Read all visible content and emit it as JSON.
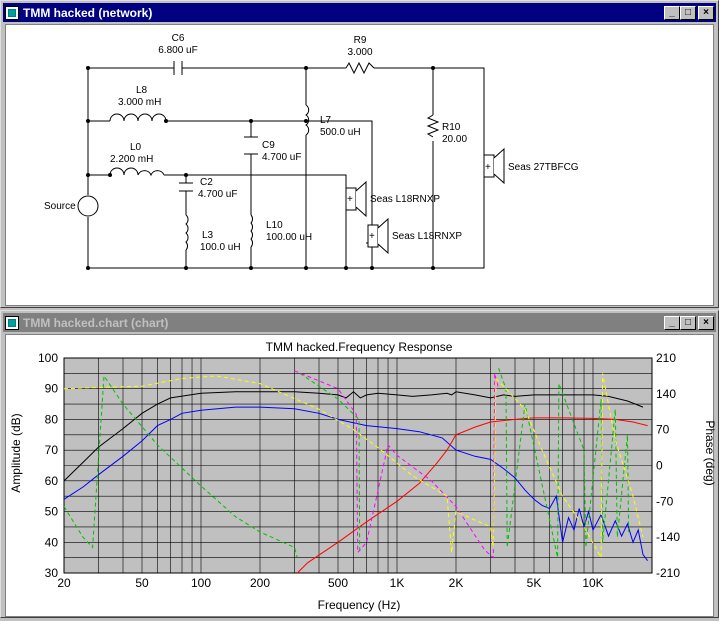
{
  "network_window": {
    "title": "TMM hacked (network)",
    "buttons": {
      "minimize": "_",
      "maximize": "□",
      "close": "×"
    },
    "components": {
      "c6": {
        "name": "C6",
        "value": "6.800 uF"
      },
      "r9": {
        "name": "R9",
        "value": "3.000"
      },
      "l8": {
        "name": "L8",
        "value": "3.000 mH"
      },
      "l7": {
        "name": "L7",
        "value": "500.0 uH"
      },
      "c9": {
        "name": "C9",
        "value": "4.700 uF"
      },
      "l0": {
        "name": "L0",
        "value": "2.200 mH"
      },
      "c2": {
        "name": "C2",
        "value": "4.700 uF"
      },
      "l3": {
        "name": "L3",
        "value": "100.0 uH"
      },
      "l10": {
        "name": "L10",
        "value": "100.00 uH"
      },
      "r10": {
        "name": "R10",
        "value": "20.00"
      }
    },
    "source_label": "Source",
    "speakers": {
      "tweeter": "Seas 27TBFCG",
      "woofer1": "Seas L18RNXP",
      "woofer2": "Seas L18RNXP",
      "plus": "+"
    }
  },
  "chart_window": {
    "title": "TMM hacked.chart (chart)",
    "buttons": {
      "minimize": "_",
      "maximize": "□",
      "close": "×"
    }
  },
  "chart_data": {
    "type": "line",
    "title": "TMM hacked.Frequency Response",
    "xlabel": "Frequency (Hz)",
    "ylabel": "Amplitude (dB)",
    "y2label": "Phase (deg)",
    "xscale": "log",
    "xlim": [
      20,
      20000
    ],
    "ylim": [
      30,
      100
    ],
    "y2lim": [
      -210,
      210
    ],
    "xticks": [
      {
        "v": 20,
        "t": "20"
      },
      {
        "v": 50,
        "t": "50"
      },
      {
        "v": 100,
        "t": "100"
      },
      {
        "v": 200,
        "t": "200"
      },
      {
        "v": 500,
        "t": "500"
      },
      {
        "v": 1000,
        "t": "1K"
      },
      {
        "v": 2000,
        "t": "2K"
      },
      {
        "v": 5000,
        "t": "5K"
      },
      {
        "v": 10000,
        "t": "10K"
      }
    ],
    "yticks": [
      30,
      40,
      50,
      60,
      70,
      80,
      90,
      100
    ],
    "y2ticks": [
      {
        "v": 210,
        "t": "210"
      },
      {
        "v": 140,
        "t": "140"
      },
      {
        "v": 70,
        "t": "70"
      },
      {
        "v": 0,
        "t": "0"
      },
      {
        "v": -70,
        "t": "-70"
      },
      {
        "v": -140,
        "t": "-140"
      },
      {
        "v": -210,
        "t": "-210"
      }
    ],
    "grid": true,
    "background": "#c0c0c0",
    "series": [
      {
        "color": "#000000",
        "axis": "left",
        "style": "solid",
        "points": [
          [
            20,
            60
          ],
          [
            25,
            66
          ],
          [
            30,
            71
          ],
          [
            40,
            77
          ],
          [
            50,
            82
          ],
          [
            60,
            85
          ],
          [
            70,
            87
          ],
          [
            100,
            88.5
          ],
          [
            150,
            89
          ],
          [
            200,
            89
          ],
          [
            300,
            89
          ],
          [
            400,
            88.5
          ],
          [
            500,
            88
          ],
          [
            550,
            87
          ],
          [
            600,
            89
          ],
          [
            650,
            87
          ],
          [
            700,
            88
          ],
          [
            800,
            88.5
          ],
          [
            1000,
            88
          ],
          [
            1200,
            87.5
          ],
          [
            1500,
            88
          ],
          [
            1800,
            88.5
          ],
          [
            1900,
            88
          ],
          [
            2000,
            89
          ],
          [
            2500,
            88
          ],
          [
            3000,
            87
          ],
          [
            3500,
            88
          ],
          [
            4000,
            87.5
          ],
          [
            5000,
            88
          ],
          [
            7000,
            88
          ],
          [
            10000,
            88
          ],
          [
            12000,
            87.5
          ],
          [
            15000,
            86
          ],
          [
            18000,
            84
          ]
        ]
      },
      {
        "color": "#0000ff",
        "axis": "left",
        "style": "solid",
        "points": [
          [
            20,
            54
          ],
          [
            25,
            58
          ],
          [
            30,
            62
          ],
          [
            40,
            68
          ],
          [
            50,
            73
          ],
          [
            60,
            78
          ],
          [
            70,
            80
          ],
          [
            80,
            82
          ],
          [
            100,
            83
          ],
          [
            150,
            84
          ],
          [
            200,
            84
          ],
          [
            300,
            83.5
          ],
          [
            400,
            82
          ],
          [
            500,
            80
          ],
          [
            700,
            78
          ],
          [
            1000,
            77
          ],
          [
            1300,
            76
          ],
          [
            1700,
            74
          ],
          [
            2000,
            70
          ],
          [
            2500,
            68
          ],
          [
            3000,
            67
          ],
          [
            3500,
            64
          ],
          [
            4000,
            61
          ],
          [
            4500,
            57
          ],
          [
            5000,
            54
          ],
          [
            5500,
            52
          ],
          [
            6000,
            51
          ],
          [
            6500,
            55
          ],
          [
            7000,
            40
          ],
          [
            7500,
            48
          ],
          [
            8000,
            44
          ],
          [
            8500,
            51
          ],
          [
            9000,
            45
          ],
          [
            9500,
            50
          ],
          [
            10000,
            44
          ],
          [
            11000,
            49
          ],
          [
            12000,
            42
          ],
          [
            13000,
            47
          ],
          [
            14000,
            42
          ],
          [
            15000,
            46
          ],
          [
            16000,
            40
          ],
          [
            17000,
            44
          ],
          [
            18000,
            36
          ],
          [
            19000,
            34
          ]
        ]
      },
      {
        "color": "#ff0000",
        "axis": "right",
        "style": "solid",
        "points": [
          [
            310,
            -210
          ],
          [
            350,
            -190
          ],
          [
            400,
            -175
          ],
          [
            500,
            -150
          ],
          [
            700,
            -110
          ],
          [
            1000,
            -70
          ],
          [
            1300,
            -35
          ],
          [
            1600,
            5
          ],
          [
            1800,
            30
          ],
          [
            2000,
            60
          ],
          [
            2500,
            75
          ],
          [
            3000,
            85
          ],
          [
            4000,
            90
          ],
          [
            5000,
            93
          ],
          [
            7000,
            93
          ],
          [
            10000,
            92
          ],
          [
            13000,
            90
          ],
          [
            16000,
            85
          ],
          [
            19000,
            78
          ]
        ]
      },
      {
        "color": "#00c000",
        "axis": "right",
        "style": "dashed",
        "points": [
          [
            20,
            -80
          ],
          [
            25,
            -140
          ],
          [
            28,
            -160
          ],
          [
            32,
            175
          ],
          [
            40,
            120
          ],
          [
            60,
            40
          ],
          [
            100,
            -40
          ],
          [
            150,
            -100
          ],
          [
            200,
            -130
          ],
          [
            300,
            -160
          ],
          [
            310,
            -180
          ]
        ]
      },
      {
        "color": "#00c000",
        "axis": "right",
        "style": "dashed",
        "points": [
          [
            320,
            180
          ],
          [
            500,
            130
          ],
          [
            640,
            90
          ],
          [
            645,
            -170
          ]
        ]
      },
      {
        "color": "#00c000",
        "axis": "right",
        "style": "dashed",
        "points": [
          [
            3300,
            190
          ],
          [
            3600,
            150
          ],
          [
            3650,
            -160
          ],
          [
            4500,
            120
          ],
          [
            6600,
            -180
          ],
          [
            6700,
            160
          ],
          [
            9000,
            30
          ],
          [
            9200,
            -160
          ],
          [
            11000,
            130
          ],
          [
            11200,
            -150
          ],
          [
            13000,
            110
          ],
          [
            13300,
            -140
          ],
          [
            15000,
            60
          ],
          [
            15200,
            -130
          ]
        ]
      },
      {
        "color": "#ff00ff",
        "axis": "right",
        "style": "dashed",
        "points": [
          [
            300,
            185
          ],
          [
            500,
            150
          ],
          [
            620,
            100
          ],
          [
            630,
            -170
          ],
          [
            700,
            -150
          ],
          [
            900,
            40
          ],
          [
            1000,
            20
          ],
          [
            1500,
            -30
          ],
          [
            2000,
            -80
          ],
          [
            2800,
            -165
          ],
          [
            3100,
            -180
          ],
          [
            3150,
            180
          ],
          [
            3300,
            150
          ]
        ]
      },
      {
        "color": "#ffff00",
        "axis": "right",
        "style": "dashed",
        "points": [
          [
            20,
            150
          ],
          [
            50,
            155
          ],
          [
            80,
            170
          ],
          [
            120,
            175
          ],
          [
            200,
            160
          ],
          [
            400,
            110
          ],
          [
            600,
            70
          ],
          [
            800,
            35
          ],
          [
            1200,
            -20
          ],
          [
            1800,
            -60
          ],
          [
            1900,
            -170
          ],
          [
            2000,
            -90
          ],
          [
            3000,
            -120
          ],
          [
            3100,
            -160
          ],
          [
            3200,
            170
          ],
          [
            4500,
            110
          ],
          [
            5500,
            30
          ],
          [
            7000,
            -60
          ],
          [
            9000,
            -120
          ],
          [
            11000,
            -180
          ],
          [
            11200,
            180
          ],
          [
            13000,
            50
          ],
          [
            16000,
            -60
          ],
          [
            18000,
            -140
          ]
        ]
      }
    ]
  }
}
